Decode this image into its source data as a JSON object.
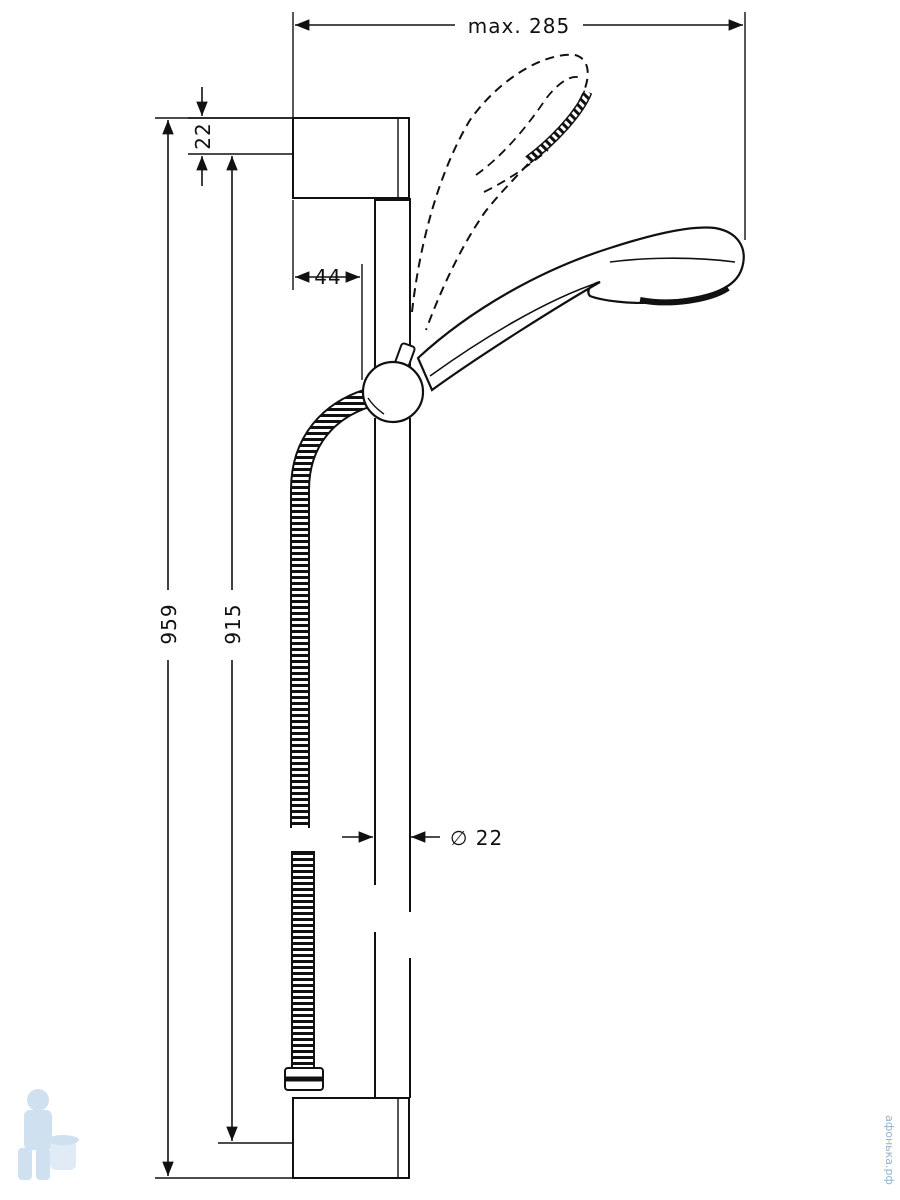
{
  "dimensions": {
    "width_max": "max. 285",
    "total_height": "959",
    "bar_length": "915",
    "offset": "44",
    "top_gap": "22",
    "diameter": "∅ 22"
  },
  "watermark": {
    "text": "афонька.рф",
    "icon": "plumber-mascot-icon"
  },
  "colors": {
    "line": "#111111",
    "watermark": "#8fb4d4"
  }
}
